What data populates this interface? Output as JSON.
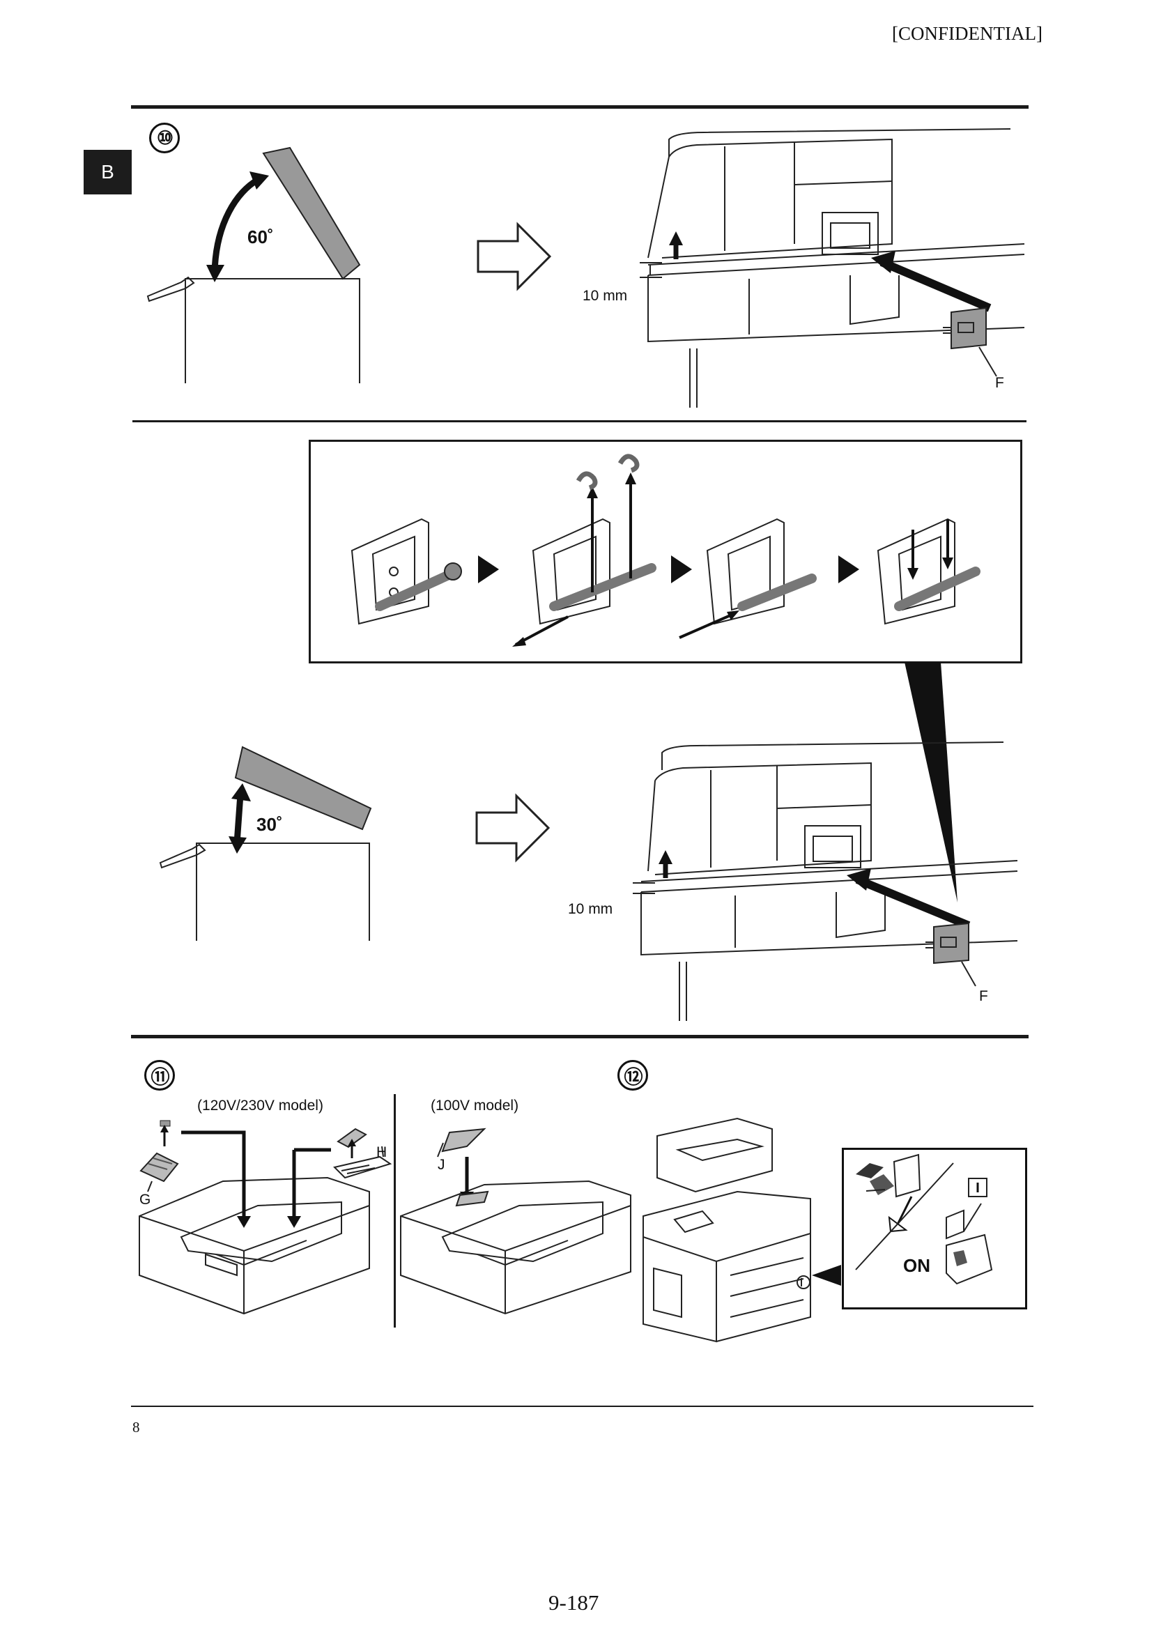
{
  "header": {
    "confidential": "[CONFIDENTIAL]",
    "section_tab": "B"
  },
  "step10": {
    "number": "⑩",
    "angle_upper": "60˚",
    "angle_lower": "30˚",
    "gap_upper": "10 mm",
    "gap_lower": "10 mm",
    "part_upper": "F",
    "part_lower": "F"
  },
  "step11": {
    "number": "⑪",
    "model_a": "(120V/230V model)",
    "model_b": "(100V model)",
    "label_g": "G",
    "label_h": "H",
    "label_j": "J"
  },
  "step12": {
    "number": "⑫",
    "switch_on": "ON",
    "switch_symbol": "I"
  },
  "footer": {
    "sheet_page": "8",
    "page_number": "9-187"
  }
}
